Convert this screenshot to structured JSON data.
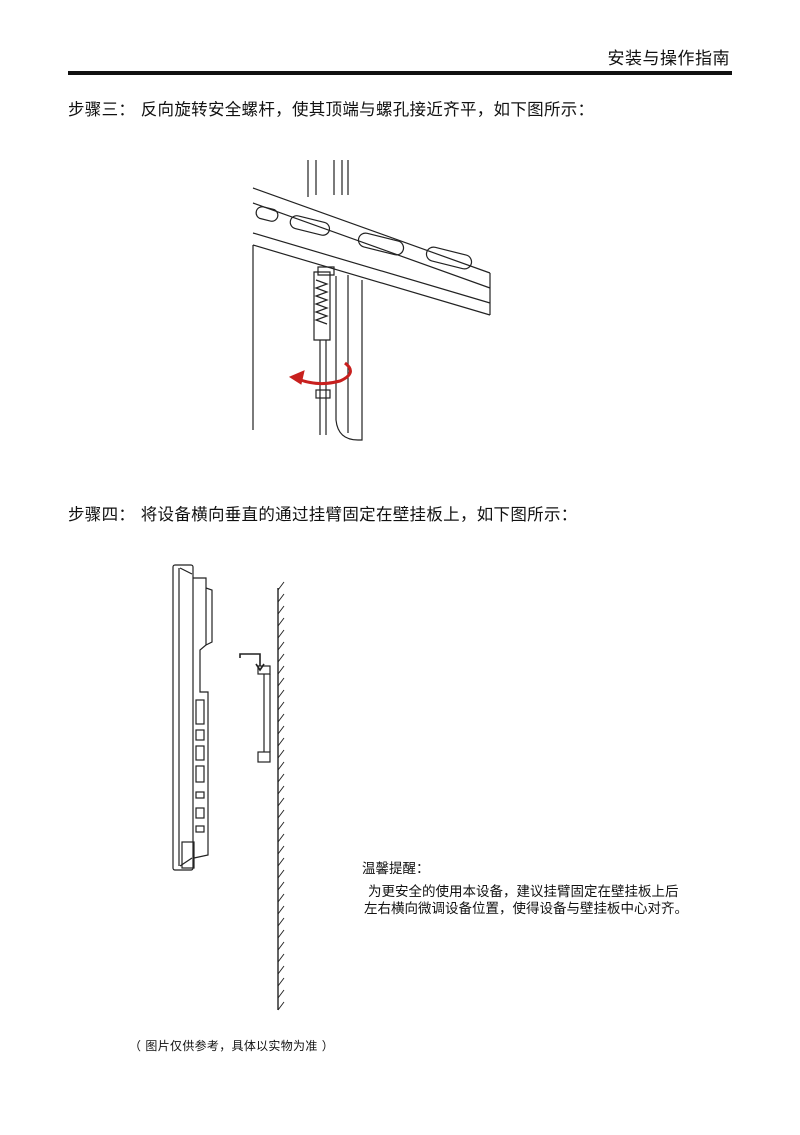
{
  "header": {
    "title": "安装与操作指南"
  },
  "steps": [
    {
      "text": "步骤三：  反向旋转安全螺杆，使其顶端与螺孔接近齐平，如下图所示："
    },
    {
      "text": "步骤四：  将设备横向垂直的通过挂臂固定在壁挂板上，如下图所示："
    }
  ],
  "tips": {
    "title": "温馨提醒：",
    "line1": "为更安全的使用本设备，建议挂臂固定在壁挂板上后",
    "line2": "左右横向微调设备位置，使得设备与壁挂板中心对齐。"
  },
  "caption": "（ 图片仅供参考，具体以实物为准 ）",
  "colors": {
    "text": "#111111",
    "arrow": "#c8201e",
    "line": "#222222"
  }
}
